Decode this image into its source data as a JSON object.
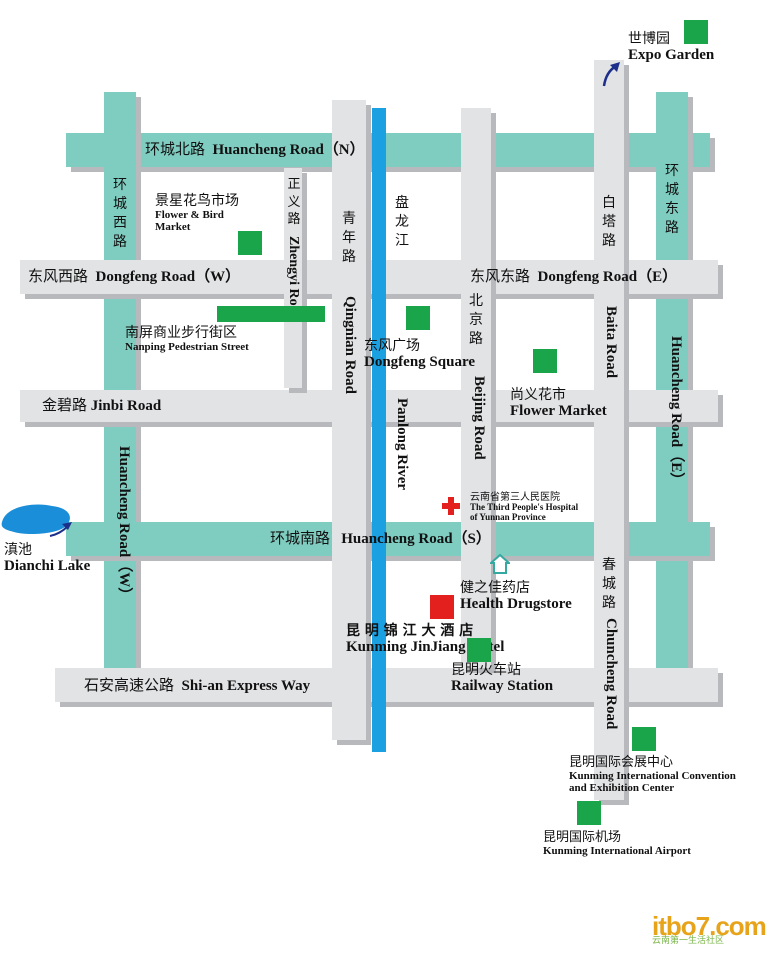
{
  "colors": {
    "ring_road": "#7fcdc0",
    "road": "#e2e3e5",
    "river": "#1ba0e2",
    "landmark": "#1aa54a",
    "hotel": "#e3201d",
    "cross": "#e3201d"
  },
  "roads": {
    "huancheng_n": {
      "zh": "环城北路",
      "en": "Huancheng Road（N）"
    },
    "huancheng_w_zh": "环城西路",
    "huancheng_w_en": "Huancheng Road（W）",
    "huancheng_e_zh": "环城东路",
    "huancheng_e_en": "Huancheng Road（E）",
    "dongfeng_w": {
      "zh": "东风西路",
      "en": "Dongfeng Road（W）"
    },
    "dongfeng_e": {
      "zh": "东风东路",
      "en": "Dongfeng Road（E）"
    },
    "jinbi": {
      "zh": "金碧路",
      "en": "Jinbi Road"
    },
    "huancheng_s": {
      "zh": "环城南路",
      "en": "Huancheng Road（S）"
    },
    "shian": {
      "zh": "石安高速公路",
      "en": "Shi-an Express Way"
    },
    "zhengyi_zh": "正义路",
    "zhengyi_en": "Zhengyi Road",
    "qingnian_zh": "青年路",
    "qingnian_en": "Qingnian Road",
    "panlong_zh": "盘龙江",
    "panlong_en": "Panlong River",
    "beijing_zh": "北京路",
    "beijing_en": "Beijing Road",
    "baita_zh": "白塔路",
    "baita_en": "Baita Road",
    "chuncheng_zh": "春城路",
    "chuncheng_en": "Chuncheng Road"
  },
  "places": {
    "expo_garden": {
      "zh": "世博园",
      "en": "Expo Garden"
    },
    "flower_bird": {
      "zh": "景星花鸟市场",
      "en1": "Flower & Bird",
      "en2": "Market"
    },
    "nanping": {
      "zh": "南屏商业步行街区",
      "en": "Nanping Pedestrian Street"
    },
    "dongfeng_sq": {
      "zh": "东风广场",
      "en": "Dongfeng Square"
    },
    "flower_market": {
      "zh": "尚义花市",
      "en": "Flower Market"
    },
    "hospital": {
      "zh": "云南省第三人民医院",
      "en1": "The Third People's Hospital",
      "en2": "of Yunnan Province"
    },
    "dianchi": {
      "zh": "滇池",
      "en": "Dianchi Lake"
    },
    "drugstore": {
      "zh": "健之佳药店",
      "en": "Health Drugstore"
    },
    "hotel": {
      "zh": "昆 明 锦 江 大 酒 店",
      "en": "Kunming JinJiang Hotel"
    },
    "railway": {
      "zh": "昆明火车站",
      "en": "Railway Station"
    },
    "convention": {
      "zh": "昆明国际会展中心",
      "en1": "Kunming International Convention",
      "en2": "and Exhibition Center"
    },
    "airport": {
      "zh": "昆明国际机场",
      "en": "Kunming International Airport"
    }
  },
  "watermark": {
    "logo": "itbo7.com",
    "tagline": "云南第一生活社区"
  }
}
